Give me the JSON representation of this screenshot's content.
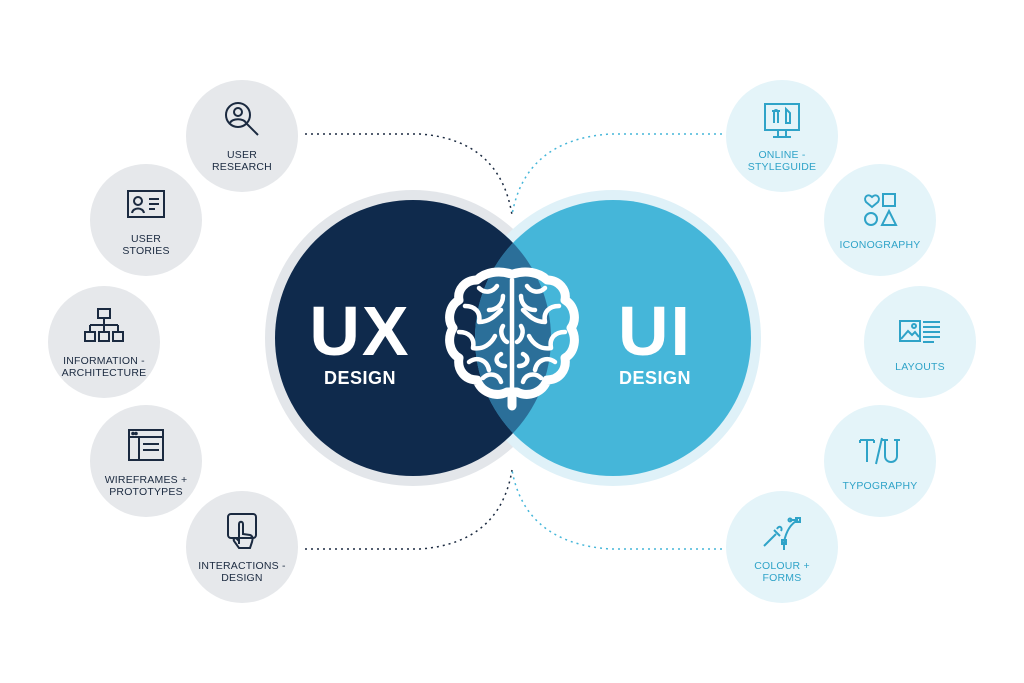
{
  "colors": {
    "ux_dark": "#0f2a4c",
    "ui_light": "#45b6d9",
    "ux_node_bg": "#e6e8eb",
    "ui_node_bg": "#e4f4f9",
    "ux_text": "#1b2a40",
    "ui_text": "#2fa3c8"
  },
  "ux": {
    "title": "UX",
    "subtitle": "DESIGN",
    "items": [
      {
        "label": "USER\nRESEARCH",
        "icon": "user-search-icon"
      },
      {
        "label": "USER\nSTORIES",
        "icon": "id-card-icon"
      },
      {
        "label": "INFORMATION -\nARCHITECTURE",
        "icon": "sitemap-icon"
      },
      {
        "label": "WIREFRAMES +\nPROTOTYPES",
        "icon": "wireframe-window-icon"
      },
      {
        "label": "INTERACTIONS -\nDESIGN",
        "icon": "tap-hand-icon"
      }
    ]
  },
  "ui": {
    "title": "UI",
    "subtitle": "DESIGN",
    "items": [
      {
        "label": "ONLINE -\nSTYLEGUIDE",
        "icon": "monitor-tools-icon"
      },
      {
        "label": "ICONOGRAPHY",
        "icon": "shapes-icon"
      },
      {
        "label": "LAYOUTS",
        "icon": "layout-image-text-icon"
      },
      {
        "label": "TYPOGRAPHY",
        "icon": "typography-icon"
      },
      {
        "label": "COLOUR +\nFORMS",
        "icon": "dropper-bezier-icon"
      }
    ]
  },
  "center_icon": "brain-icon"
}
